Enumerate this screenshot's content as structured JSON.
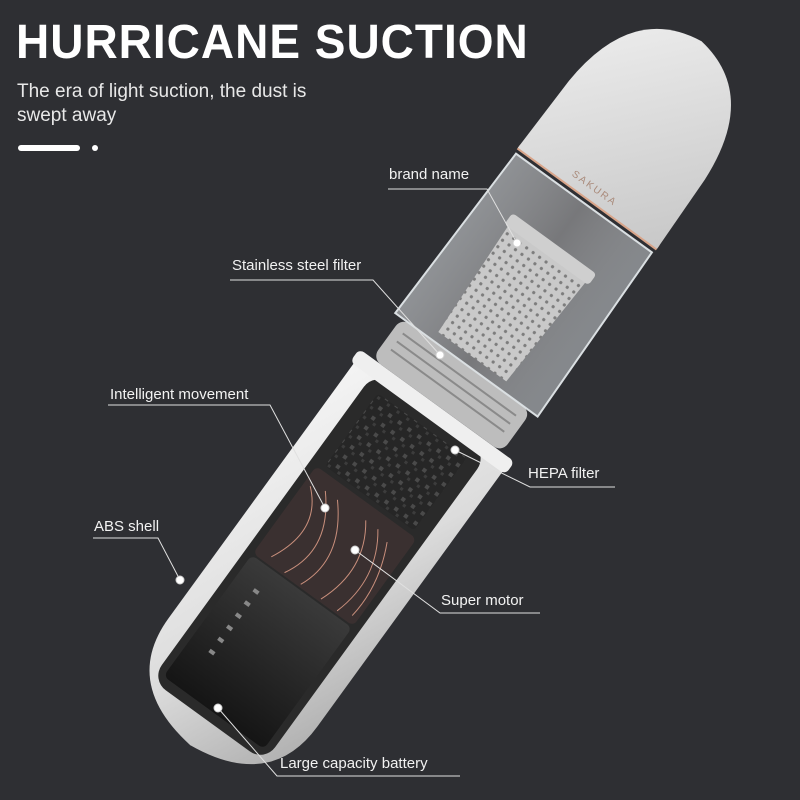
{
  "header": {
    "title": "HURRICANE SUCTION",
    "subtitle": "The era of light suction, the dust is swept away"
  },
  "carousel": {
    "slide_count": 2,
    "active_index": 0
  },
  "product": {
    "brand_mark": "SAKURA"
  },
  "callouts": [
    {
      "id": "brand-name",
      "label": "brand name"
    },
    {
      "id": "stainless-steel-filter",
      "label": "Stainless steel filter"
    },
    {
      "id": "intelligent-movement",
      "label": "Intelligent movement"
    },
    {
      "id": "hepa-filter",
      "label": "HEPA filter"
    },
    {
      "id": "abs-shell",
      "label": "ABS shell"
    },
    {
      "id": "super-motor",
      "label": "Super motor"
    },
    {
      "id": "large-capacity-battery",
      "label": "Large capacity battery"
    }
  ],
  "colors": {
    "background": "#2e2f33",
    "shell": "#e6e6e6",
    "accent_ring": "#d9a58a"
  }
}
